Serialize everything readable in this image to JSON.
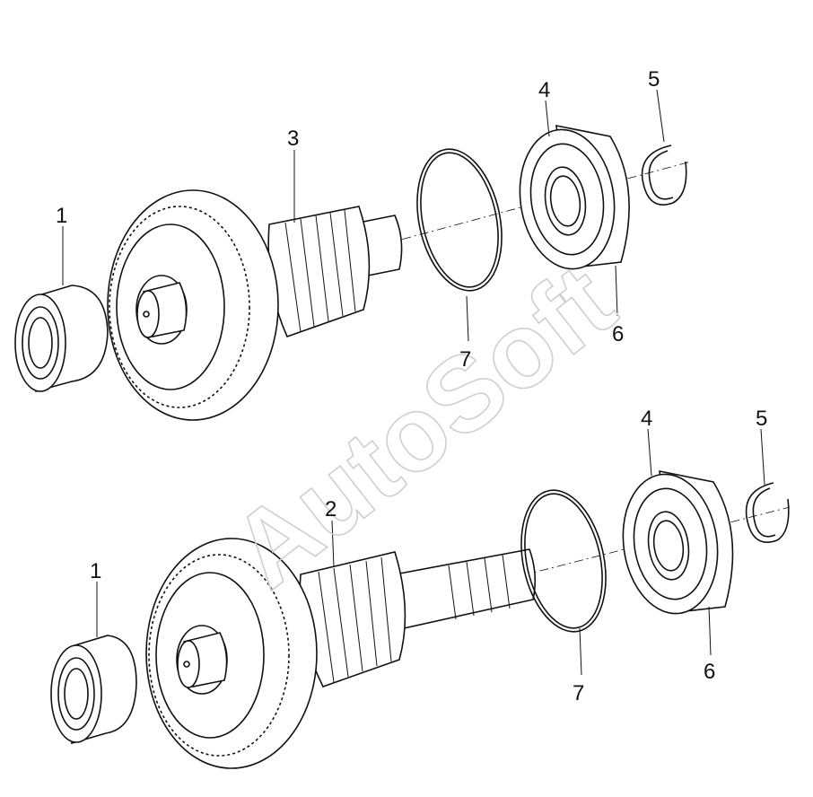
{
  "diagram": {
    "watermark": "AutoSoft",
    "callouts": [
      {
        "id": "upper-1",
        "label": "1"
      },
      {
        "id": "upper-3",
        "label": "3"
      },
      {
        "id": "upper-4",
        "label": "4"
      },
      {
        "id": "upper-5",
        "label": "5"
      },
      {
        "id": "upper-6",
        "label": "6"
      },
      {
        "id": "upper-7",
        "label": "7"
      },
      {
        "id": "lower-1",
        "label": "1"
      },
      {
        "id": "lower-2",
        "label": "2"
      },
      {
        "id": "lower-4",
        "label": "4"
      },
      {
        "id": "lower-5",
        "label": "5"
      },
      {
        "id": "lower-6",
        "label": "6"
      },
      {
        "id": "lower-7",
        "label": "7"
      }
    ]
  }
}
